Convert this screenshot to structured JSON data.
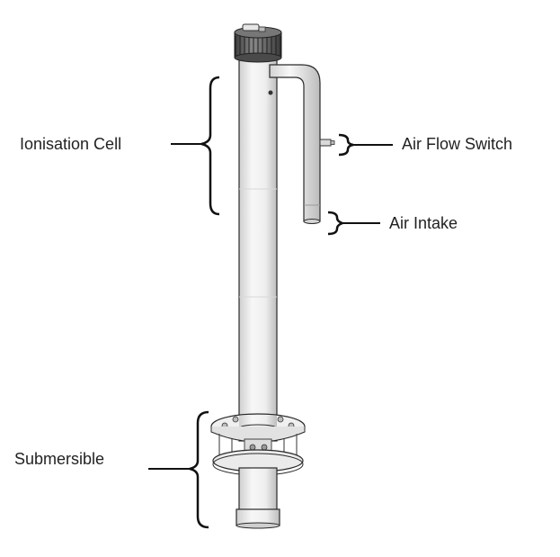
{
  "diagram": {
    "labels": {
      "ionisation_cell": "Ionisation Cell",
      "air_flow_switch": "Air Flow Switch",
      "air_intake": "Air Intake",
      "submersible": "Submersible"
    },
    "colors": {
      "outline": "#2a2a2a",
      "body": "#f2f2f2",
      "shade": "#c9c9c9",
      "cap": "#555555",
      "label": "#222222"
    }
  }
}
